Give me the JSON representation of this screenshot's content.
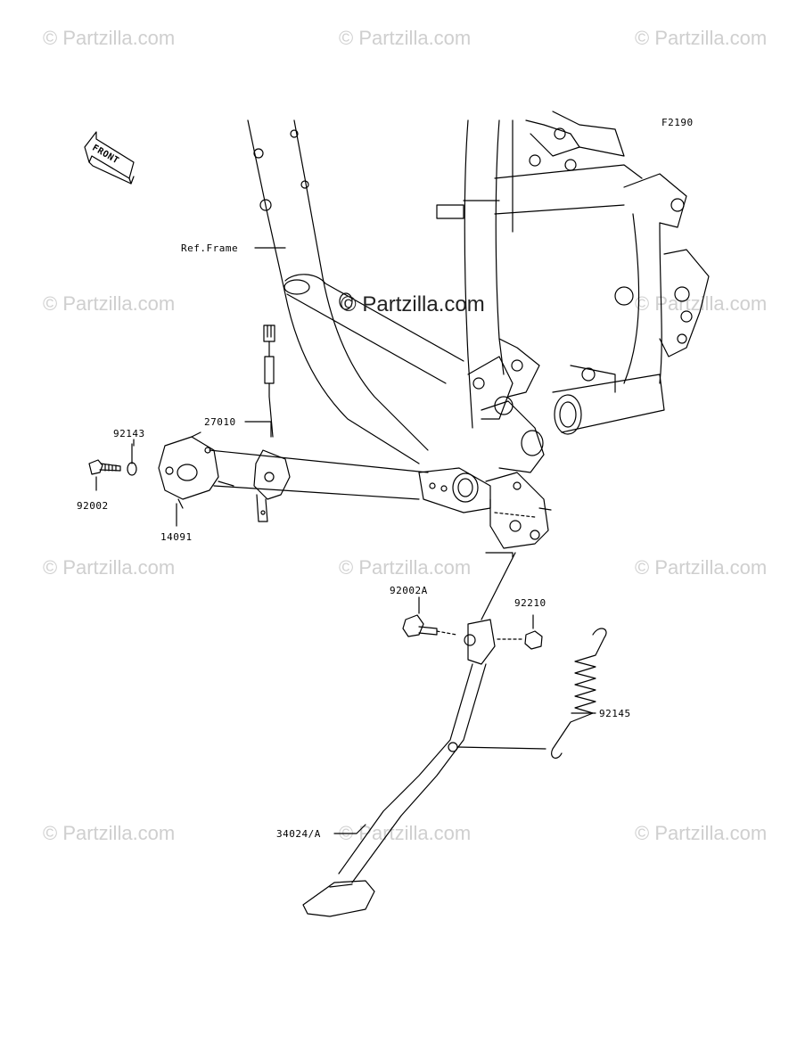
{
  "figure_code": "F2190",
  "front_arrow": {
    "label": "FRONT",
    "icon": "front-arrow-icon"
  },
  "watermark": {
    "text": "© Partzilla.com",
    "center_text": "© Partzilla.com"
  },
  "labels": {
    "ref_frame": "Ref.Frame",
    "p27010": "27010",
    "p92143": "92143",
    "p92002": "92002",
    "p14091": "14091",
    "p92002A": "92002A",
    "p92210": "92210",
    "p92145": "92145",
    "p34024A": "34024/A"
  }
}
